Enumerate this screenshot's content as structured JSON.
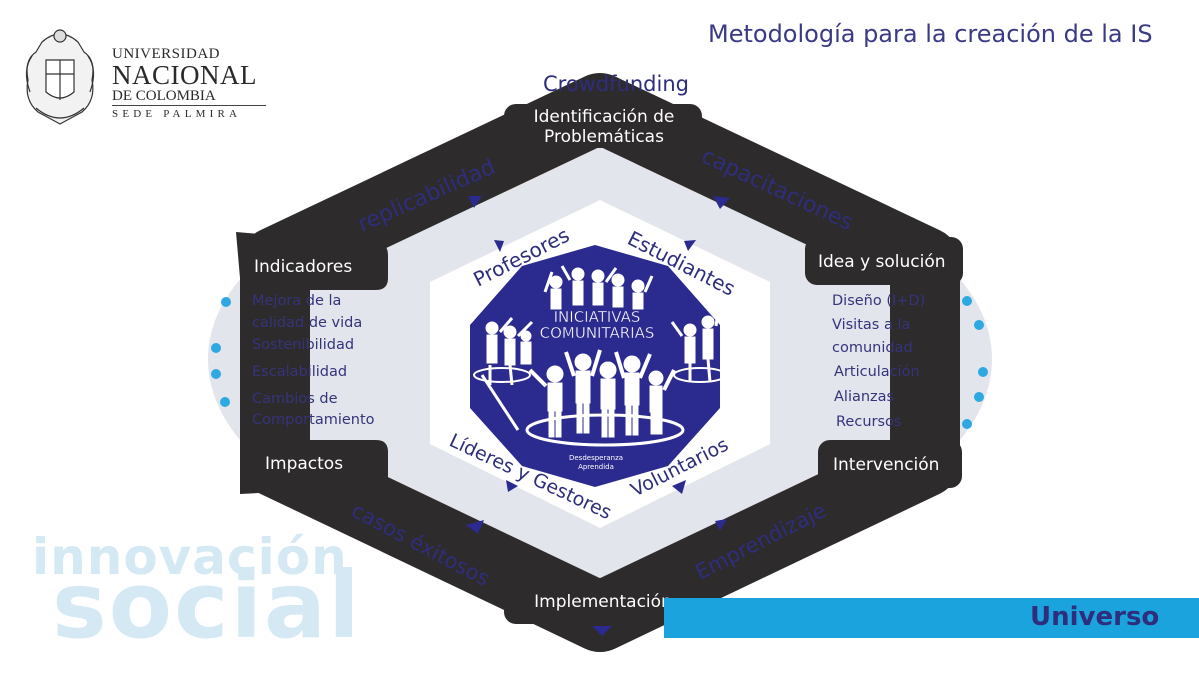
{
  "title": "Metodología para la creación de la IS",
  "logo": {
    "line1": "UNIVERSIDAD",
    "line2": "NACIONAL",
    "line3": "DE COLOMBIA",
    "line4": "SEDE PALMIRA"
  },
  "nodes": {
    "top": [
      "Identificación de",
      "Problemáticas"
    ],
    "right_top": "Idea y solución",
    "right_bottom": "Intervención",
    "bottom": "Implementación",
    "left_bottom": "Impactos",
    "left_top": "Indicadores"
  },
  "edges": {
    "top_external": "Crowdfunding",
    "top_left": "replicabilidad",
    "top_right": "capacitaciones",
    "bottom_left": "casos éxitosos",
    "bottom_right": "Emprendizaje"
  },
  "left_items": [
    "Mejora de la",
    "calidad de vida",
    "Sostenibilidad",
    "Escalabilidad",
    "Cambios de",
    "Comportamiento"
  ],
  "right_items": [
    "Diseño (I+D)",
    "Visitas a la",
    "comunidad",
    "Articulación",
    "Alianzas",
    "Recursos"
  ],
  "center": {
    "actors": {
      "top_left": "Profesores",
      "top_right": "Estudiantes",
      "bottom_left": "Líderes y Gestores",
      "bottom_right": "Voluntarios"
    },
    "emblem_line1": "INICIATIVAS",
    "emblem_line2": "COMUNITARIAS",
    "emblem_small1": "Desdesperanza",
    "emblem_small2": "Aprendida"
  },
  "watermark": {
    "line1": "innovación",
    "line2": "social"
  },
  "footer_label": "Universo",
  "colors": {
    "title": "#3a3a86",
    "dark": "#2d2b2c",
    "blue": "#2a2a8c",
    "light_gray": "#e4e6ed",
    "accent_cyan": "#1aa3dd",
    "watermark": "#d8ecf6"
  }
}
